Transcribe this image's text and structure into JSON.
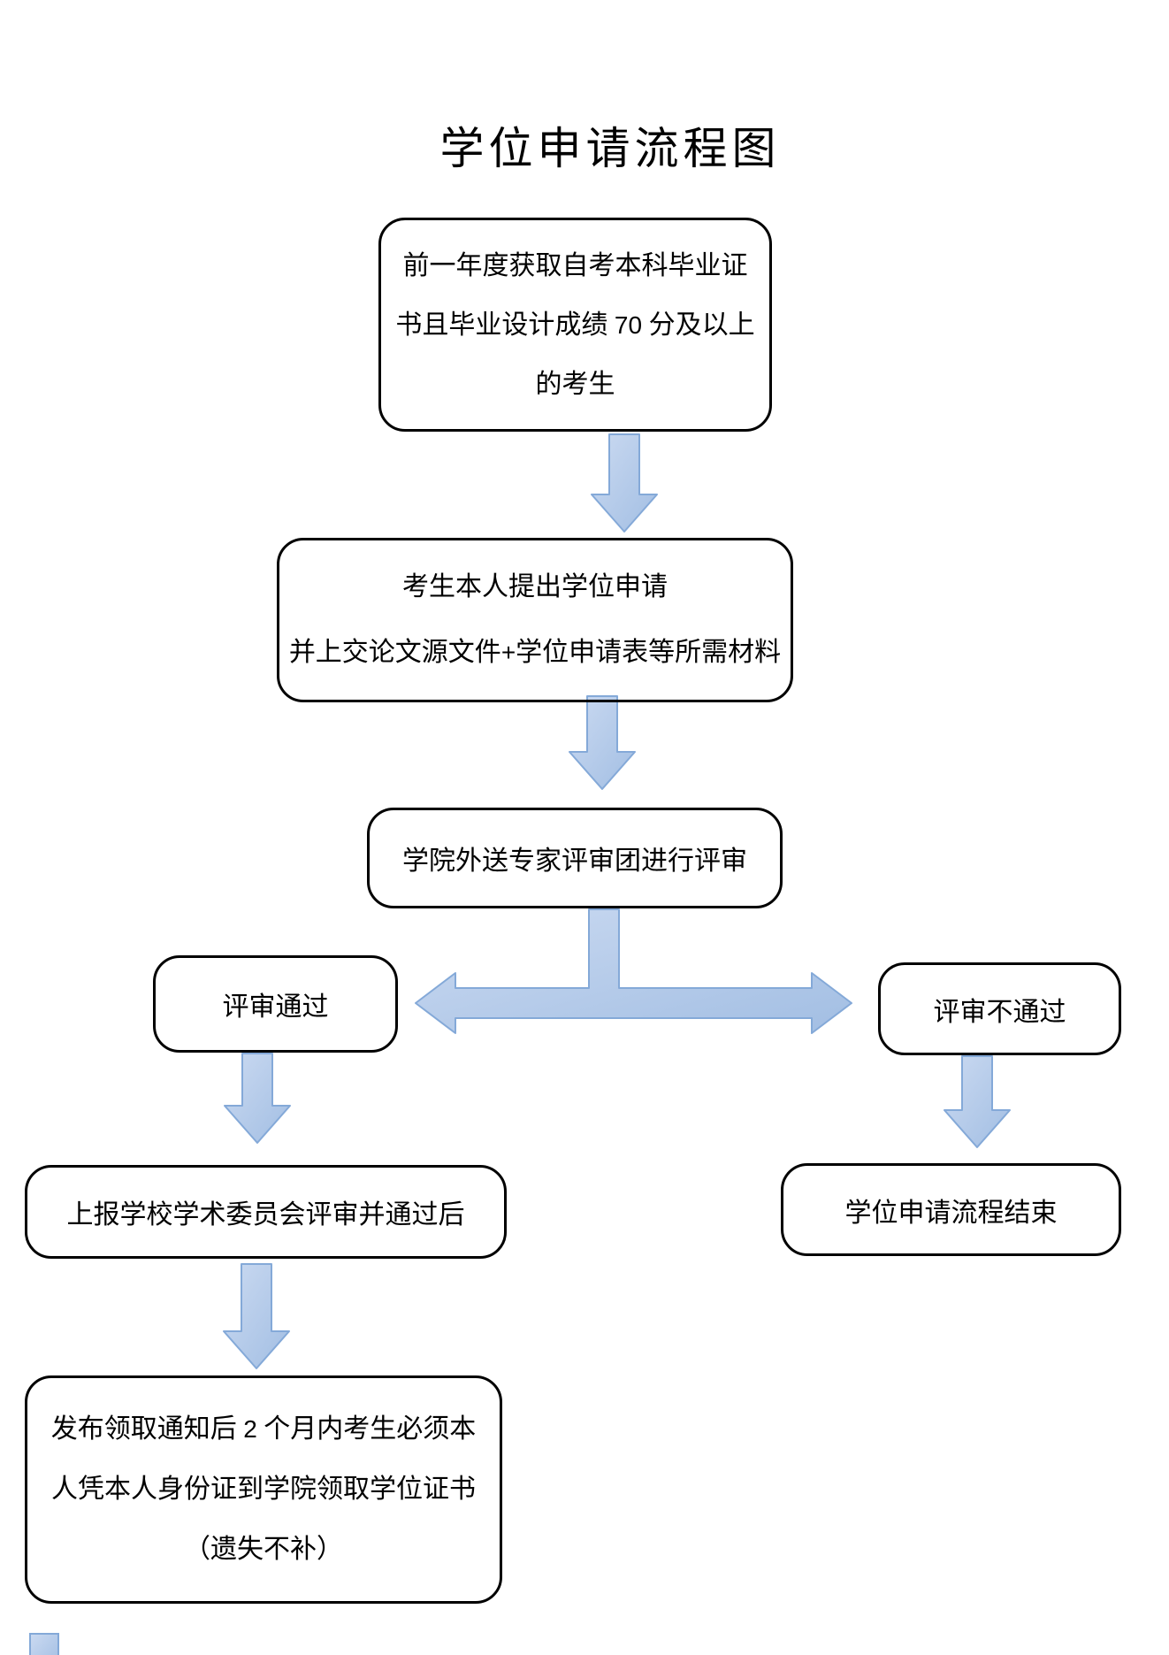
{
  "title": "学位申请流程图",
  "flow": {
    "box_eligibility": {
      "lines": [
        "前一年度获取自考本科毕业证",
        "书且毕业设计成绩 70 分及以上",
        "的考生"
      ]
    },
    "box_application": {
      "lines": [
        "考生本人提出学位申请",
        "并上交论文源文件+学位申请表等所需材料"
      ]
    },
    "box_review": {
      "lines": [
        "学院外送专家评审团进行评审"
      ]
    },
    "box_review_passed": {
      "lines": [
        "评审通过"
      ]
    },
    "box_review_failed": {
      "lines": [
        "评审不通过"
      ]
    },
    "box_committee": {
      "lines": [
        "上报学校学术委员会评审并通过后"
      ]
    },
    "box_process_end": {
      "lines": [
        "学位申请流程结束"
      ]
    },
    "box_certificate": {
      "lines": [
        "发布领取通知后 2 个月内考生必须本",
        "人凭本人身份证到学院领取学位证书",
        "（遗失不补）"
      ]
    }
  },
  "colors": {
    "arrow_fill_light": "#cbdaf1",
    "arrow_fill_dark": "#a2bee3",
    "arrow_border": "#84a9d8",
    "box_border": "#000000",
    "text": "#000000"
  }
}
